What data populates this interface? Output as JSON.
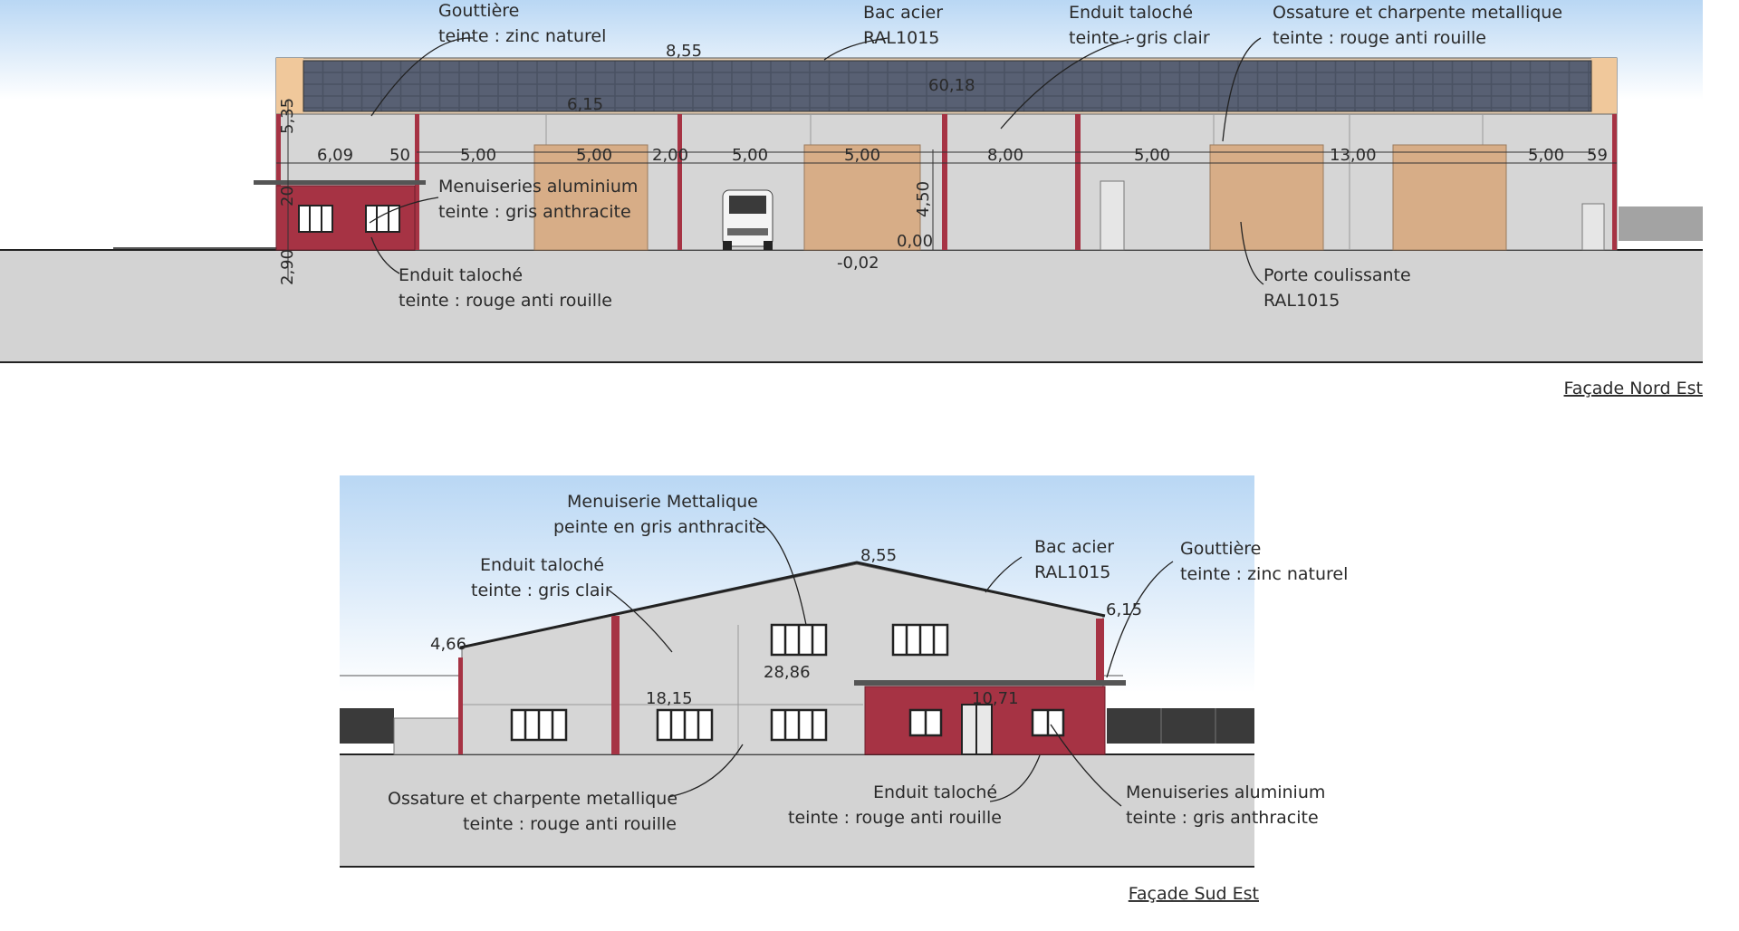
{
  "colors": {
    "sky": "#b9d7f4",
    "wall_grey": "#d6d6d6",
    "red_render": "#a63344",
    "door_tan": "#d7ad87",
    "solar_panel": "#4a5263",
    "ground": "#d3d3d3",
    "ridge_tan": "#f0c89b"
  },
  "north_east": {
    "title": "Façade Nord Est",
    "labels": {
      "gutter_1": "Gouttière",
      "gutter_2": "teinte : zinc naturel",
      "steel_1": "Bac acier",
      "steel_2": "RAL1015",
      "render_grey_1": "Enduit taloché",
      "render_grey_2": "teinte : gris clair",
      "frame_1": "Ossature et charpente metallique",
      "frame_2": "teinte : rouge anti rouille",
      "alu_1": "Menuiseries aluminium",
      "alu_2": "teinte : gris anthracite",
      "render_red_1": "Enduit taloché",
      "render_red_2": "teinte : rouge anti rouille",
      "sliding_1": "Porte coulissante",
      "sliding_2": "RAL1015"
    },
    "dims": {
      "ridge": "8,55",
      "total_length": "60,18",
      "eave": "6,15",
      "left_height": "5,35",
      "small_height": "20",
      "base_height": "2,90",
      "d_609": "6,09",
      "d_50": "50",
      "d_500a": "5,00",
      "d_500b": "5,00",
      "d_200": "2,00",
      "d_500c": "5,00",
      "d_500d": "5,00",
      "d_800": "8,00",
      "d_500e": "5,00",
      "d_1300": "13,00",
      "d_500f": "5,00",
      "d_59": "59",
      "door_h": "4,50",
      "zero": "0,00",
      "minus": "-0,02"
    }
  },
  "south_east": {
    "title": "Façade Sud Est",
    "labels": {
      "metal_1": "Menuiserie Mettalique",
      "metal_2": "peinte en gris anthracite",
      "render_grey_1": "Enduit taloché",
      "render_grey_2": "teinte : gris clair",
      "steel_1": "Bac acier",
      "steel_2": "RAL1015",
      "gutter_1": "Gouttière",
      "gutter_2": "teinte : zinc naturel",
      "frame_1": "Ossature et charpente metallique",
      "frame_2": "teinte : rouge anti rouille",
      "render_red_1": "Enduit taloché",
      "render_red_2": "teinte : rouge anti rouille",
      "alu_1": "Menuiseries aluminium",
      "alu_2": "teinte : gris anthracite"
    },
    "dims": {
      "ridge": "8,55",
      "left_eave": "4,66",
      "right_eave": "6,15",
      "width": "28,86",
      "left_part": "18,15",
      "right_part": "10,71"
    }
  }
}
